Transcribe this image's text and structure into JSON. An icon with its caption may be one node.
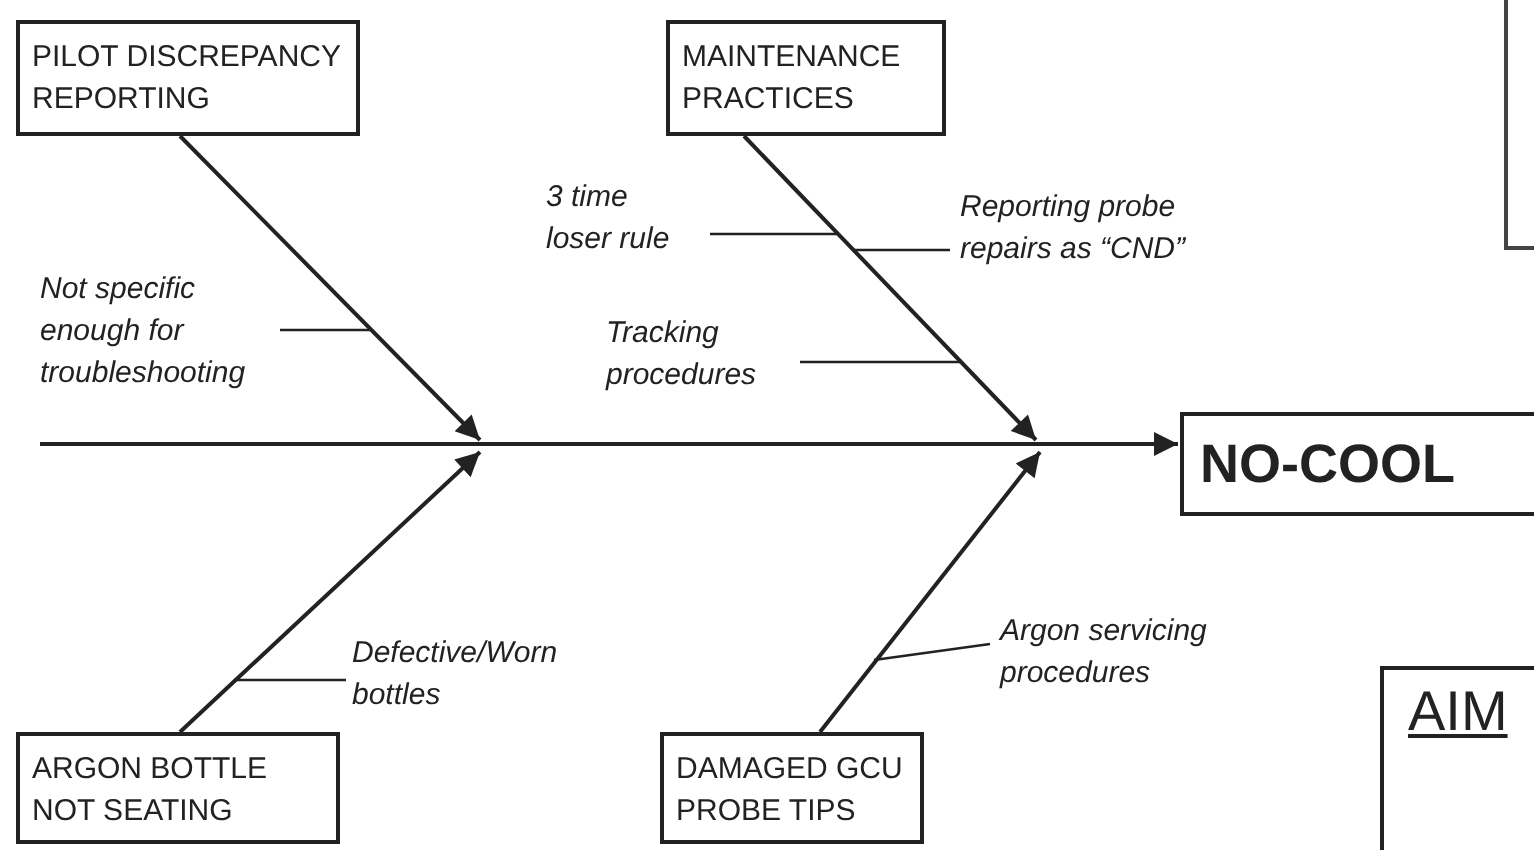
{
  "diagram": {
    "nodes": [
      {
        "text": [
          "PILOT DISCREPANCY REPORTING"
        ]
      },
      {
        "text": [
          "MAINTENANCE PRACTICES"
        ]
      },
      {
        "text": [
          "ARGON BOTTLE NOT SEATING"
        ]
      },
      {
        "text": [
          "DAMAGED GCU PROBE TIPS"
        ]
      },
      {
        "text": [
          "NO-COOL"
        ]
      },
      {
        "text": [
          "AIM"
        ]
      },
      {
        "text": [],
        "shape": "box"
      },
      {
        "text": [
          "Not specific enough for troubleshooting"
        ]
      },
      {
        "text": [
          "3 time loser rule"
        ]
      },
      {
        "text": [
          "Reporting probe repairs as “CND”"
        ]
      },
      {
        "text": [
          "Tracking procedures"
        ]
      },
      {
        "text": [
          "Defective/Worn bottles"
        ]
      },
      {
        "text": [
          "Argon servicing procedures"
        ]
      }
    ],
    "edges": [
      {
        "from": 0,
        "to": null,
        "arrow": "to"
      },
      {
        "from": 1,
        "to": null,
        "arrow": "to"
      },
      {
        "from": 2,
        "to": null,
        "arrow": "to"
      },
      {
        "from": 3,
        "to": null,
        "arrow": "to"
      },
      {
        "from": null,
        "to": 4,
        "arrow": "to"
      },
      {
        "from": 7,
        "to": null,
        "arrow": "none"
      },
      {
        "from": 8,
        "to": null,
        "arrow": "none"
      },
      {
        "from": 9,
        "to": null,
        "arrow": "none"
      },
      {
        "from": 10,
        "to": null,
        "arrow": "none"
      },
      {
        "from": 11,
        "to": null,
        "arrow": "none"
      },
      {
        "from": 12,
        "to": null,
        "arrow": "none"
      }
    ]
  }
}
